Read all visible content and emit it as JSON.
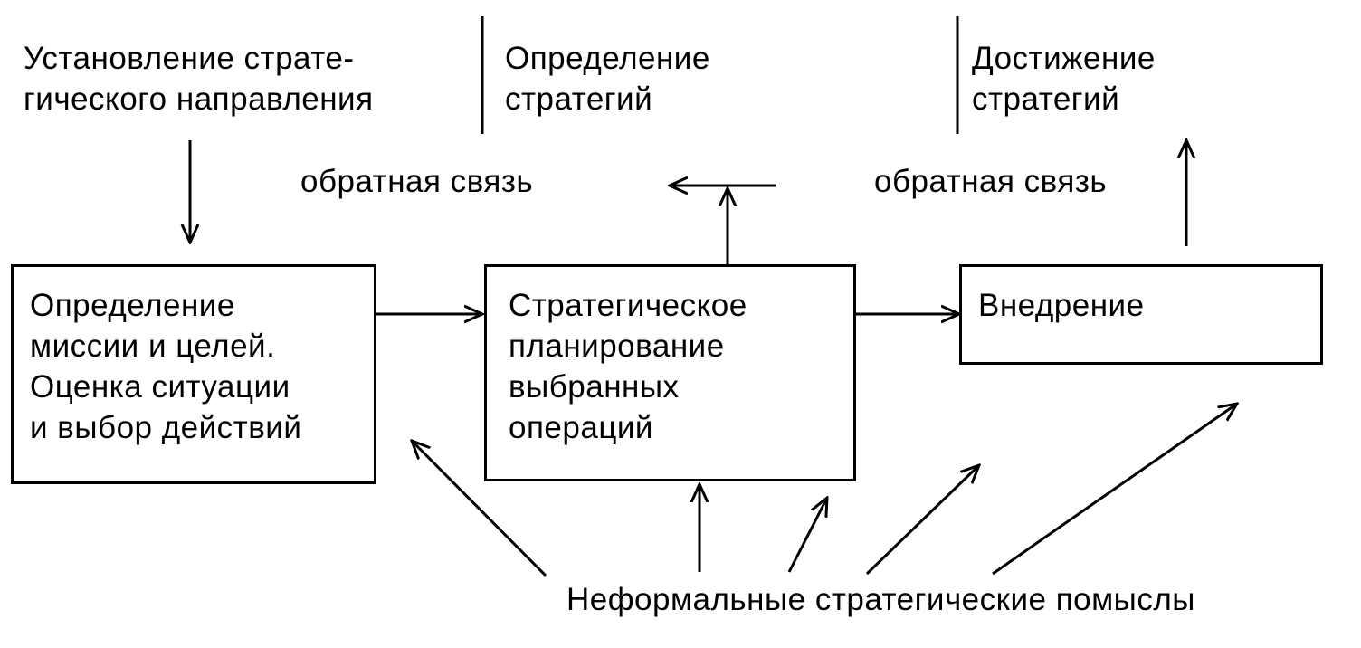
{
  "phases": {
    "phase1": {
      "line1": "Установление страте-",
      "line2": "гического направления"
    },
    "phase2": {
      "line1": "Определение",
      "line2": "стратегий"
    },
    "phase3": {
      "line1": "Достижение",
      "line2": "стратегий"
    }
  },
  "feedback": {
    "left": "обратная связь",
    "right": "обратная связь"
  },
  "boxes": {
    "mission": {
      "line1": "Определение",
      "line2": "миссии и целей.",
      "line3": "Оценка ситуации",
      "line4": "и выбор действий"
    },
    "planning": {
      "line1": "Стратегическое",
      "line2": "планирование",
      "line3": "выбранных",
      "line4": "операций"
    },
    "implementation": {
      "line1": "Внедрение"
    }
  },
  "informal": "Неформальные стратегические помыслы"
}
